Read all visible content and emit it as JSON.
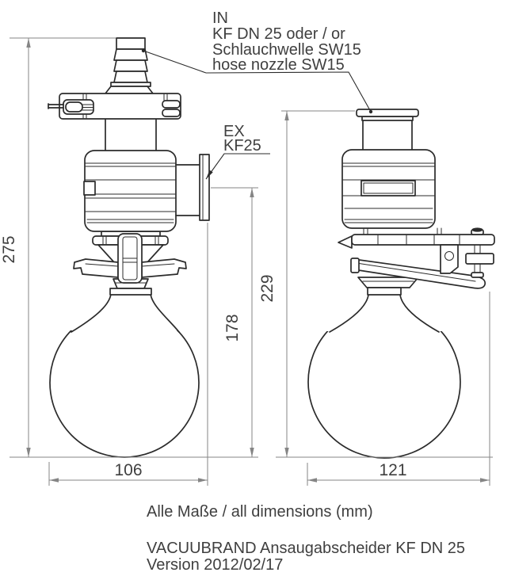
{
  "annotations": {
    "inlet": {
      "lines": [
        "IN",
        "KF DN 25 oder / or",
        "Schlauchwelle SW15",
        "hose nozzle SW15"
      ]
    },
    "outlet": {
      "lines": [
        "EX",
        "KF25"
      ]
    }
  },
  "dimensions": {
    "overall_height": "275",
    "outlet_height": "178",
    "right_height": "229",
    "left_width": "106",
    "right_width": "121"
  },
  "footer": {
    "units_note": "Alle Maße / all dimensions (mm)",
    "product": "VACUUBRAND Ansaugabscheider KF DN 25",
    "version": "Version 2012/02/17"
  },
  "colors": {
    "line": "#2b2b2b",
    "dimension": "#858585",
    "text": "#3f3f3f",
    "background": "#ffffff"
  }
}
